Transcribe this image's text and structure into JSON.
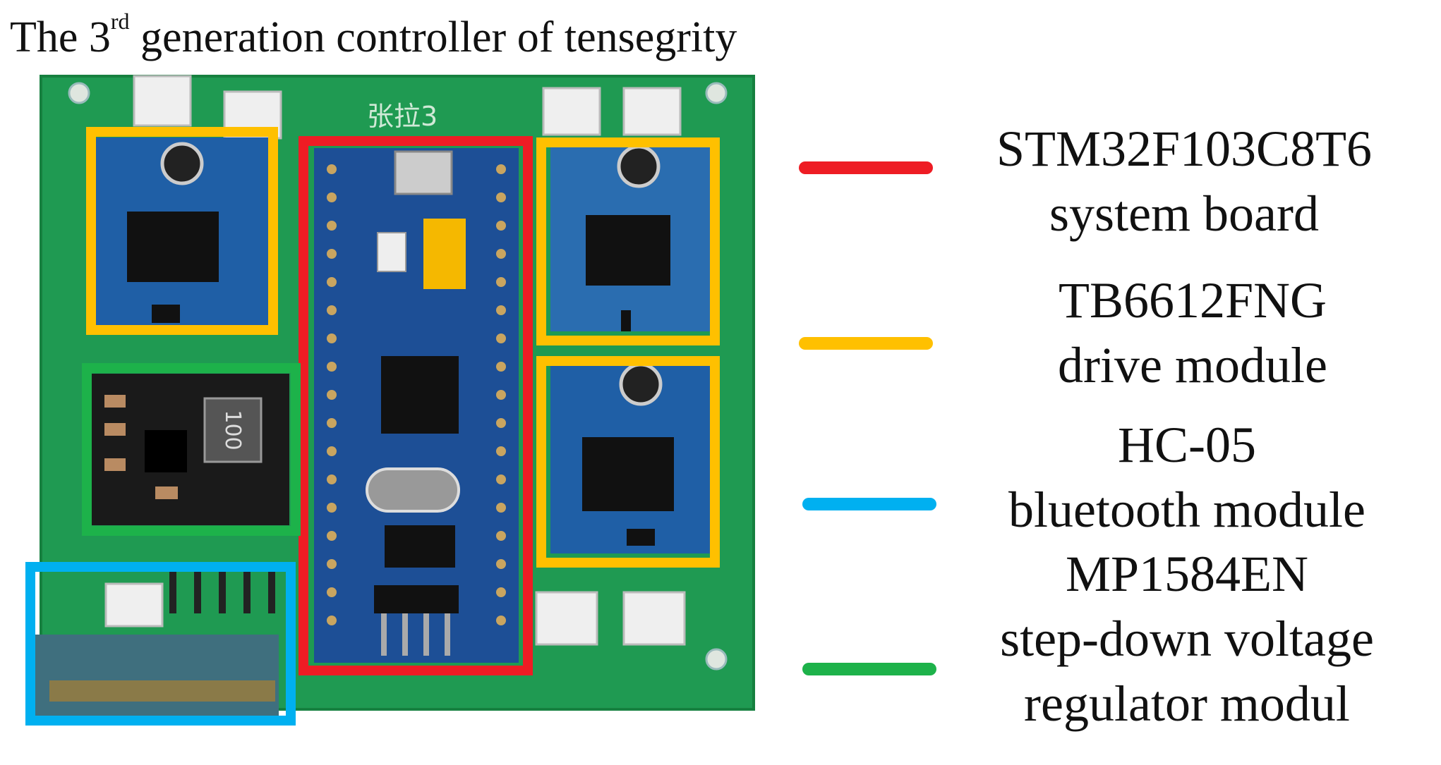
{
  "title": {
    "main_a": "The 3",
    "sup": "rd",
    "main_b": " generation controller of tensegrity"
  },
  "board": {
    "silkscreen": "张拉3",
    "chip_mark": "100"
  },
  "legend": [
    {
      "id": "stm32",
      "color": "#ee1c24",
      "line1": "STM32F103C8T6",
      "line2": "system board"
    },
    {
      "id": "tb6612",
      "color": "#ffc000",
      "line1": "TB6612FNG",
      "line2": "drive module"
    },
    {
      "id": "hc05",
      "color": "#00b0f0",
      "line1": "HC-05",
      "line2": "bluetooth module"
    },
    {
      "id": "mp1584",
      "color": "#1db24a",
      "line1": "MP1584EN",
      "line2": "step-down voltage"
    },
    {
      "id": "mp1584b",
      "color": "#1db24a",
      "line1": "",
      "line2": "regulator modul"
    }
  ],
  "colors": {
    "pcb_green": "#1f9a52",
    "module_blue": "#1f5fa6",
    "red": "#ee1c24",
    "orange": "#ffc000",
    "blue": "#00b0f0",
    "green": "#1db24a"
  }
}
